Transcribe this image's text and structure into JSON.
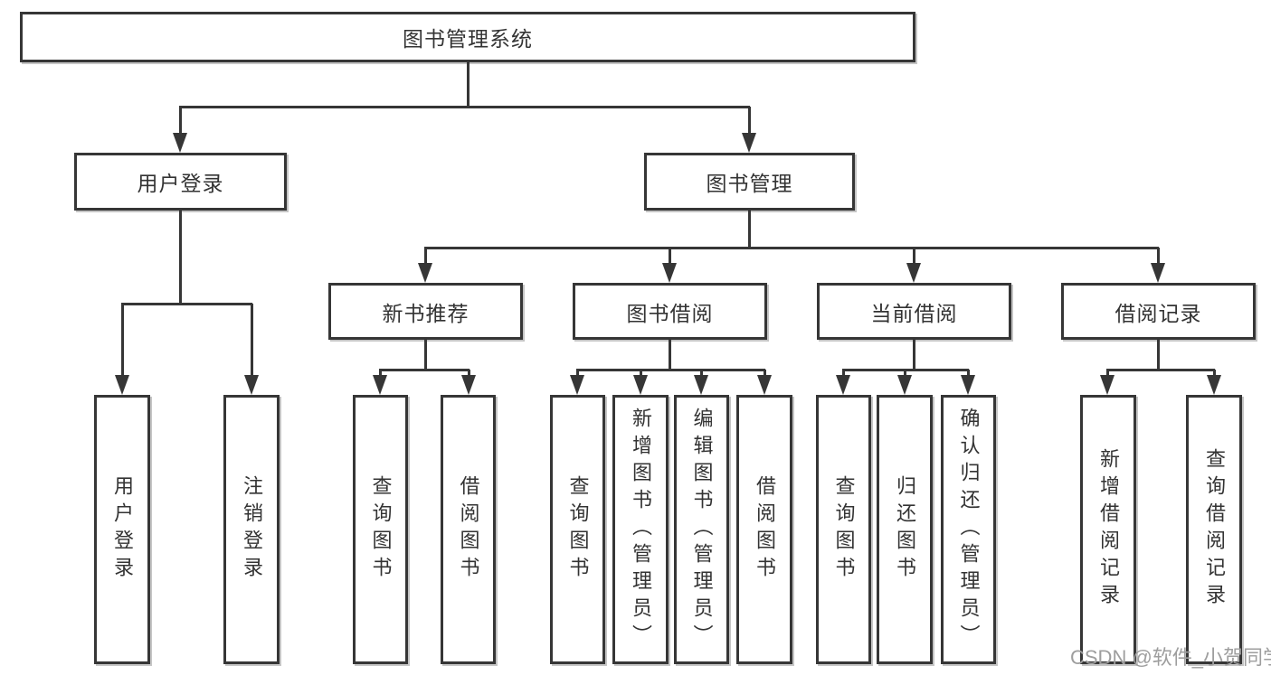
{
  "diagram": {
    "title_node": {
      "label": "图书管理系统"
    },
    "level2": [
      {
        "label": "用户登录"
      },
      {
        "label": "图书管理"
      }
    ],
    "level3": [
      {
        "label": "新书推荐",
        "parent": "图书管理"
      },
      {
        "label": "图书借阅",
        "parent": "图书管理"
      },
      {
        "label": "当前借阅",
        "parent": "图书管理"
      },
      {
        "label": "借阅记录",
        "parent": "图书管理"
      }
    ],
    "leaves": [
      {
        "label": "用户登录",
        "parent": "用户登录"
      },
      {
        "label": "注销登录",
        "parent": "用户登录"
      },
      {
        "label": "查询图书",
        "parent": "新书推荐"
      },
      {
        "label": "借阅图书",
        "parent": "新书推荐"
      },
      {
        "label": "查询图书",
        "parent": "图书借阅"
      },
      {
        "label": "新增图书（管理员）",
        "parent": "图书借阅"
      },
      {
        "label": "编辑图书（管理员）",
        "parent": "图书借阅"
      },
      {
        "label": "借阅图书",
        "parent": "图书借阅"
      },
      {
        "label": "查询图书",
        "parent": "当前借阅"
      },
      {
        "label": "归还图书",
        "parent": "当前借阅"
      },
      {
        "label": "确认归还（管理员）",
        "parent": "当前借阅"
      },
      {
        "label": "新增借阅记录",
        "parent": "借阅记录"
      },
      {
        "label": "查询借阅记录",
        "parent": "借阅记录"
      }
    ],
    "line_color": "#363636"
  },
  "watermark": {
    "text": "CSDN @软件_小贺同学",
    "color": "#9e9e9e"
  }
}
